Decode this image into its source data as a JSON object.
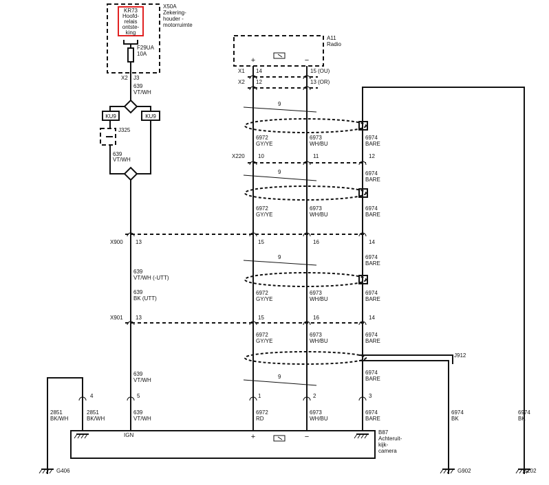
{
  "fuse_box": {
    "id": "X50A",
    "name": [
      "Zekering-",
      "houder -",
      "motorruimte"
    ],
    "relay": [
      "KR73",
      "Hoofd-",
      "relais",
      "ontste-",
      "king"
    ],
    "fuse": [
      "F29UA",
      "10A"
    ],
    "x2": "X2",
    "j3": "J3"
  },
  "radio": {
    "id": "A11",
    "name": "Radio",
    "plus": "+",
    "minus": "−"
  },
  "connectors": {
    "x1": "X1",
    "x2": "X2",
    "x220": "X220",
    "x900": "X900",
    "x901": "X901",
    "x1_pins": [
      "14",
      "15",
      "(OU)"
    ],
    "x2_pins": [
      "12",
      "13",
      "(OR)"
    ],
    "x220_pins": [
      "10",
      "11",
      "12"
    ],
    "x900_pins": [
      "13",
      "15",
      "16",
      "14"
    ],
    "x901_pins": [
      "13",
      "15",
      "16",
      "14"
    ]
  },
  "wires": {
    "vtwh": [
      "639",
      "VT/WH"
    ],
    "vtwh_utt": [
      "639",
      "VT/WH  (-UTT)"
    ],
    "bk_utt": [
      "639",
      "BK   (UTT)"
    ],
    "gyye": [
      "6972",
      "GY/YE"
    ],
    "whbu": [
      "6973",
      "WH/BU"
    ],
    "bare": [
      "6974",
      "BARE"
    ],
    "rd": [
      "6972",
      "RD"
    ],
    "bkwh": [
      "2851",
      "BK/WH"
    ],
    "bk": [
      "6974",
      "BK"
    ],
    "twist": "9"
  },
  "splices": {
    "ku9": "KU9",
    "j325": "J325",
    "j912": "J912"
  },
  "camera": {
    "id": "B87",
    "name": [
      "Achteruit-",
      "kijk-",
      "camera"
    ],
    "ign": "IGN",
    "plus": "+",
    "minus": "−",
    "pins": [
      "4",
      "5",
      "1",
      "2",
      "3"
    ]
  },
  "grounds": {
    "g406": "G406",
    "g902": "G902",
    "g202": "G202"
  }
}
